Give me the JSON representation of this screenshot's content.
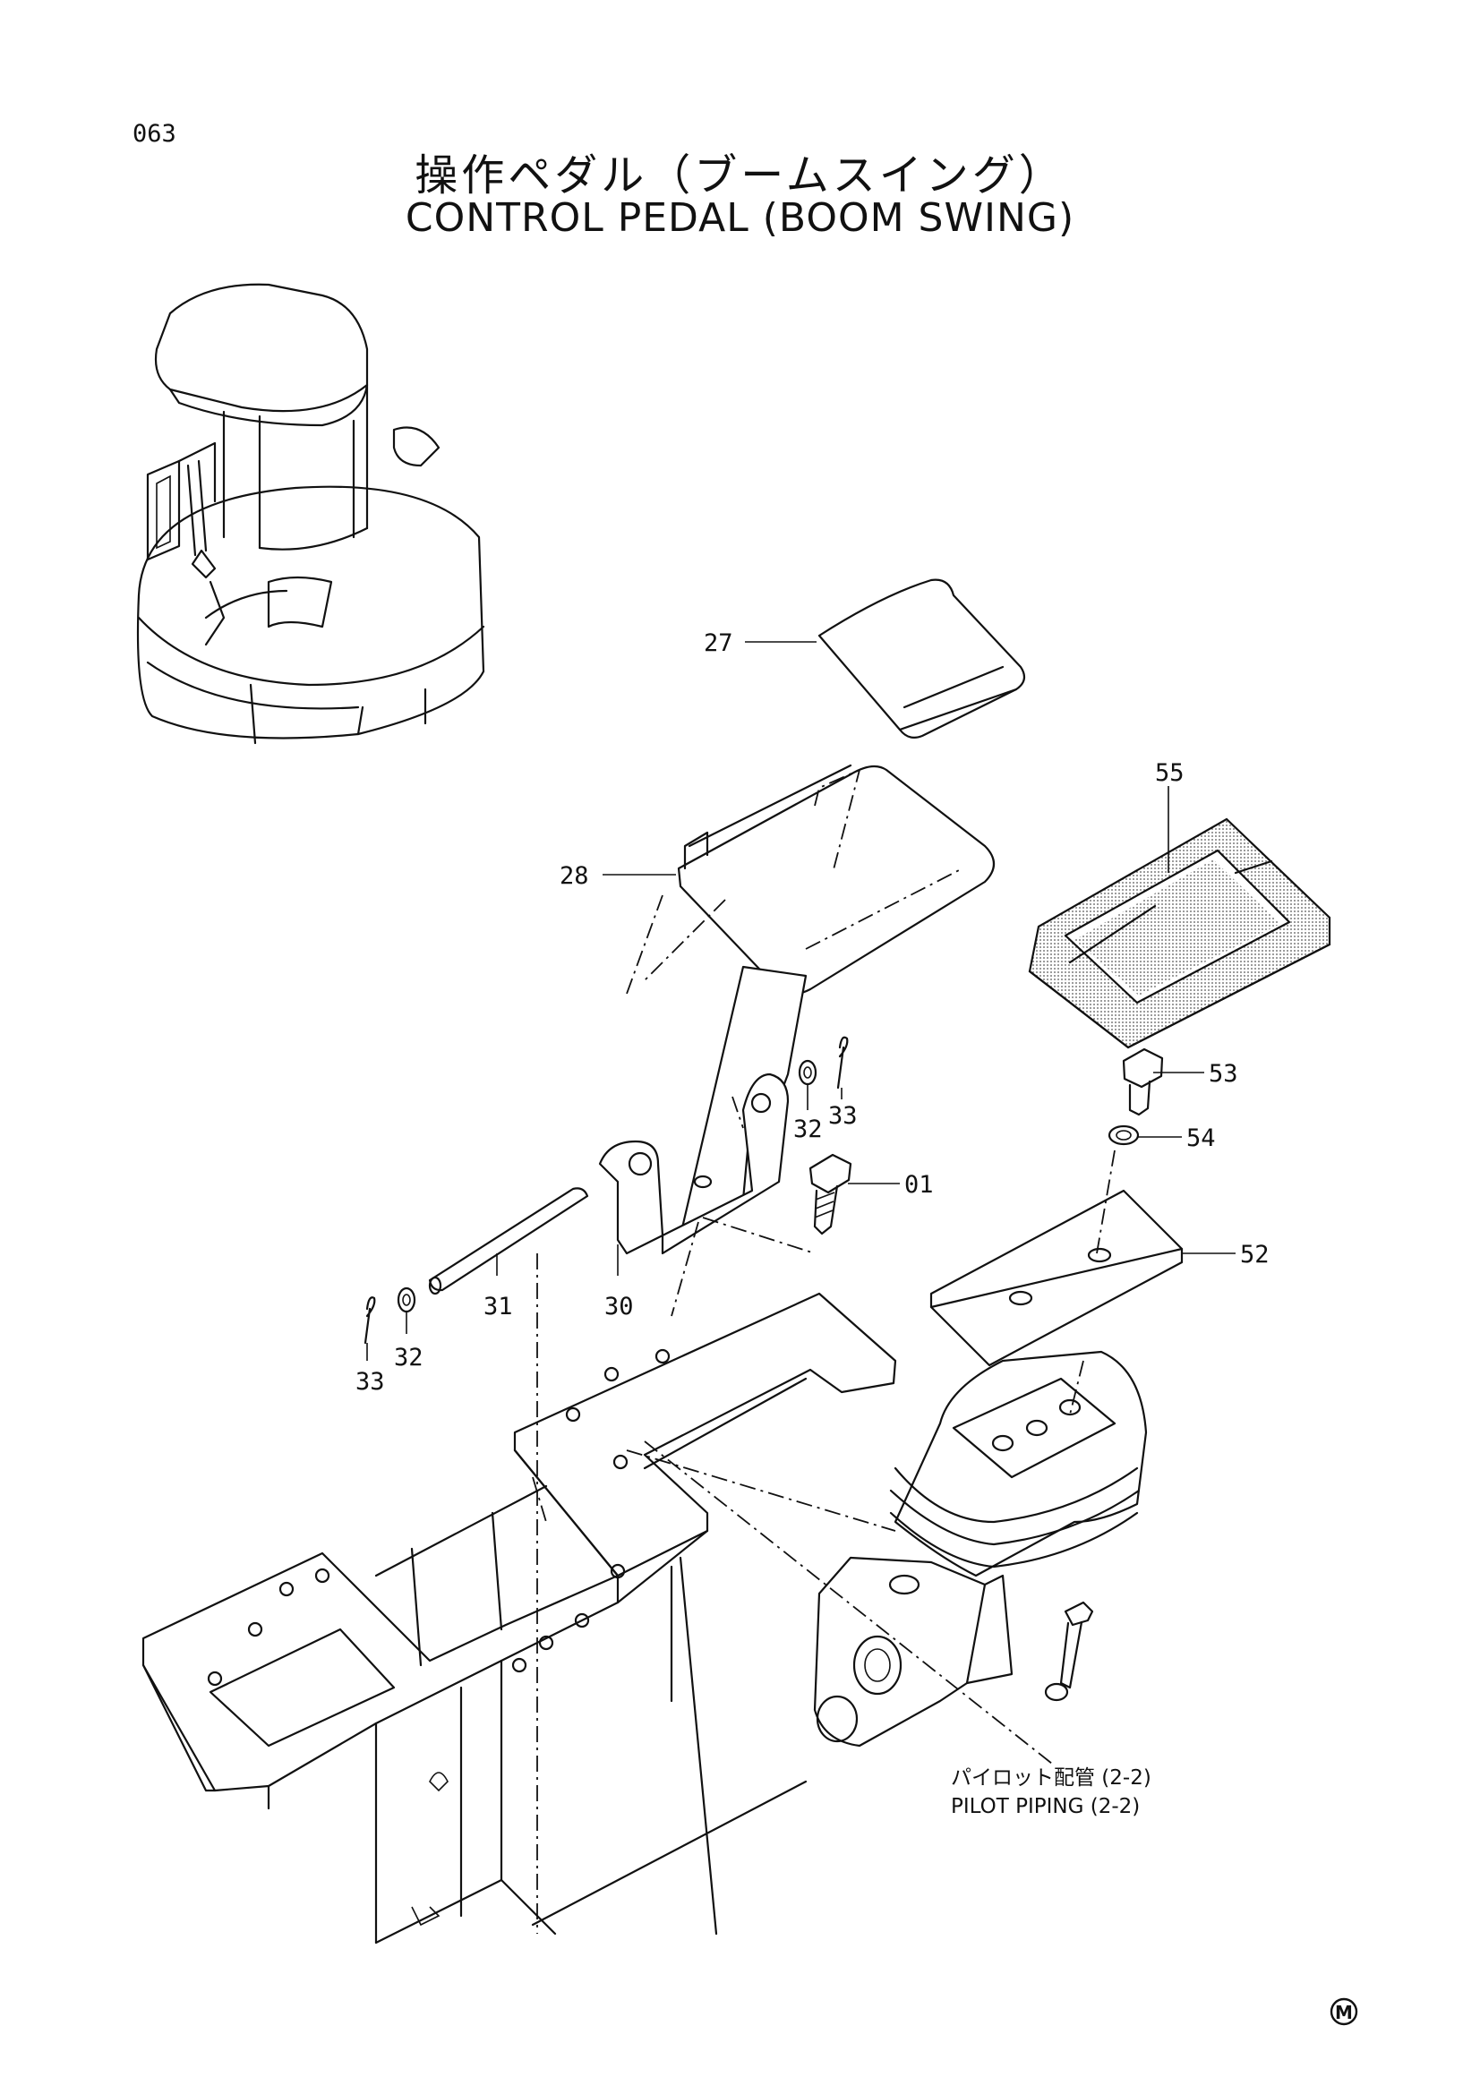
{
  "page_number": "063",
  "title_jp": "操作ペダル（ブームスイング）",
  "title_en": "CONTROL PEDAL (BOOM SWING)",
  "callouts": {
    "c27": "27",
    "c28": "28",
    "c55": "55",
    "c53": "53",
    "c54": "54",
    "c52": "52",
    "c01": "01",
    "c30": "30",
    "c31": "31",
    "c32a": "32",
    "c33a": "33",
    "c32b": "32",
    "c33b": "33"
  },
  "reference": {
    "jp": "パイロット配管 (2-2)",
    "en": "PILOT PIPING (2-2)"
  },
  "mark": "M"
}
